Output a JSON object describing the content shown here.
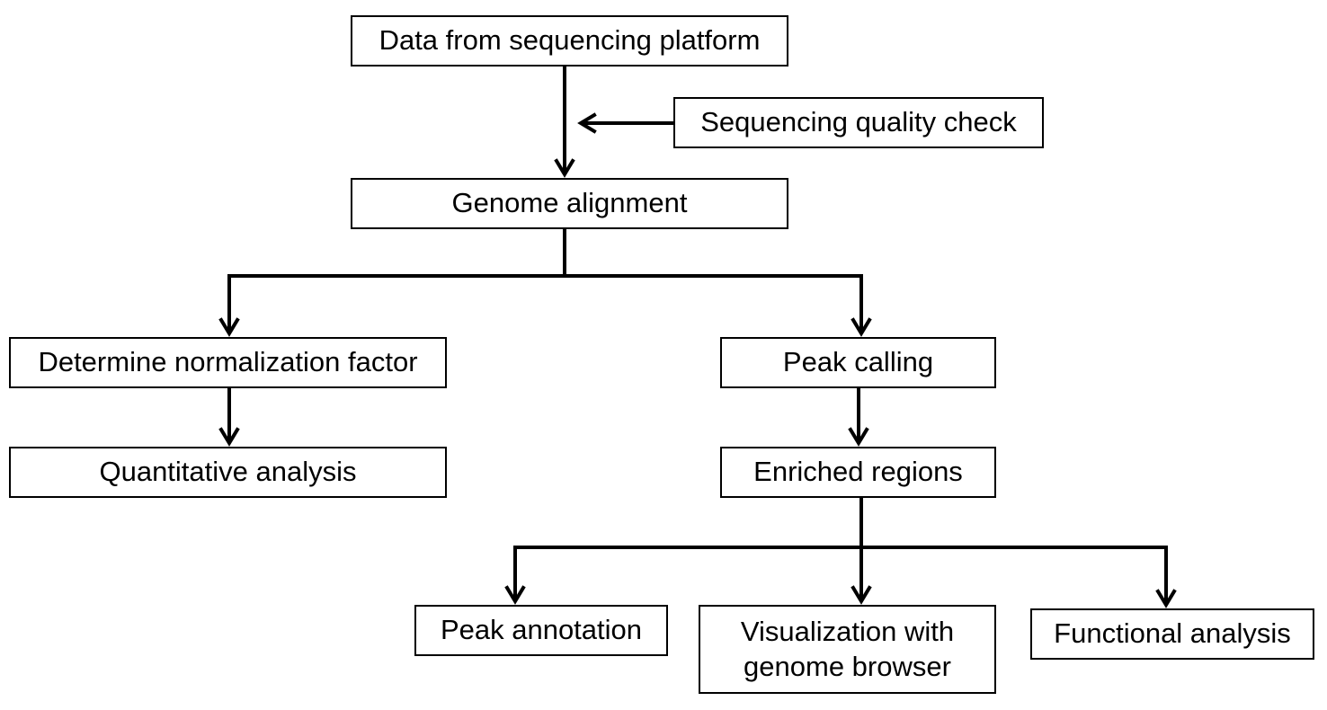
{
  "nodes": {
    "data_from_sequencing": "Data from sequencing platform",
    "sequencing_quality_check": "Sequencing quality check",
    "genome_alignment": "Genome alignment",
    "determine_normalization_factor": "Determine normalization factor",
    "peak_calling": "Peak calling",
    "quantitative_analysis": "Quantitative analysis",
    "enriched_regions": "Enriched regions",
    "peak_annotation": "Peak annotation",
    "visualization_line1": "Visualization with",
    "visualization_line2": "genome browser",
    "functional_analysis": "Functional analysis"
  },
  "edges": [
    {
      "from": "data_from_sequencing",
      "to": "genome_alignment"
    },
    {
      "from": "sequencing_quality_check",
      "to": "data_from_sequencing-to-genome_alignment"
    },
    {
      "from": "genome_alignment",
      "to": "determine_normalization_factor"
    },
    {
      "from": "genome_alignment",
      "to": "peak_calling"
    },
    {
      "from": "determine_normalization_factor",
      "to": "quantitative_analysis"
    },
    {
      "from": "peak_calling",
      "to": "enriched_regions"
    },
    {
      "from": "enriched_regions",
      "to": "peak_annotation"
    },
    {
      "from": "enriched_regions",
      "to": "visualization_with_genome_browser"
    },
    {
      "from": "enriched_regions",
      "to": "functional_analysis"
    }
  ],
  "colors": {
    "line": "#000000",
    "box_border": "#000000",
    "background": "#ffffff"
  }
}
